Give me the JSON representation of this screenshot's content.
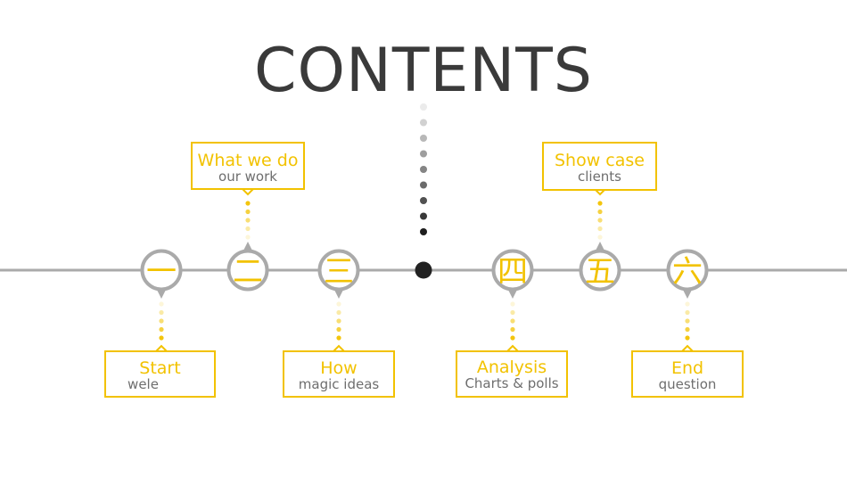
{
  "title": "CONTENTS",
  "colors": {
    "accent": "#f2c200",
    "line": "#aaaaaa",
    "dark": "#222222",
    "text_gray": "#6e6e6e"
  },
  "nodes": [
    {
      "numeral": "一",
      "title": "Start",
      "subtitle": "wele",
      "position": "below"
    },
    {
      "numeral": "二",
      "title": "What we do",
      "subtitle": "our work",
      "position": "above"
    },
    {
      "numeral": "三",
      "title": "How",
      "subtitle": "magic ideas",
      "position": "below"
    },
    {
      "numeral": "四",
      "title": "Analysis",
      "subtitle": "Charts & polls",
      "position": "below"
    },
    {
      "numeral": "五",
      "title": "Show case",
      "subtitle": "clients",
      "position": "above"
    },
    {
      "numeral": "六",
      "title": "End",
      "subtitle": "question",
      "position": "below"
    }
  ]
}
